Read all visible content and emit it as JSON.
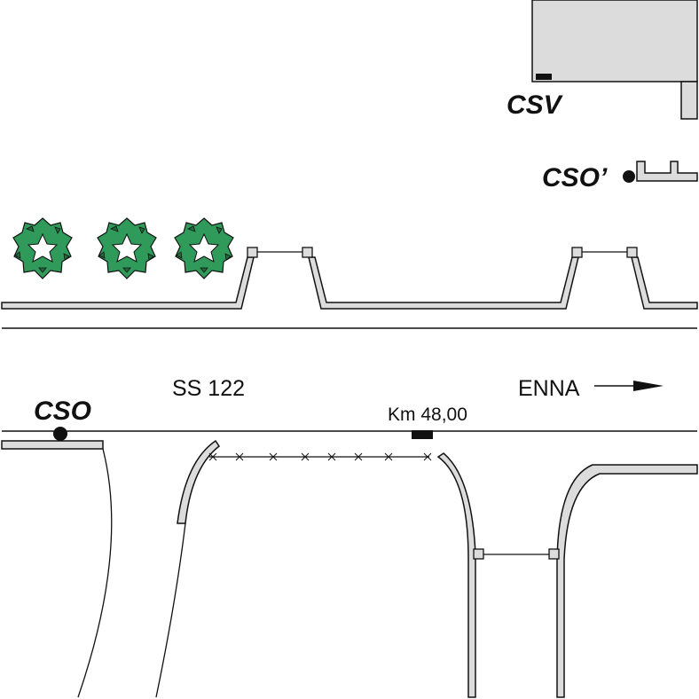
{
  "labels": {
    "csv": "CSV",
    "cso_prime": "CSO’",
    "cso": "CSO",
    "road": "SS 122",
    "km": "Km 48,00",
    "direction": "ENNA"
  },
  "colors": {
    "wall_fill": "#dcdcdc",
    "stroke": "#111111",
    "leaf_dark": "#1f6b3f",
    "leaf_light": "#2f9a5a"
  },
  "icons": {
    "tree": "tree-canopy-icon",
    "arrow": "direction-arrow-icon",
    "sensor": "sensor-dot-icon",
    "marker": "km-marker-icon"
  }
}
